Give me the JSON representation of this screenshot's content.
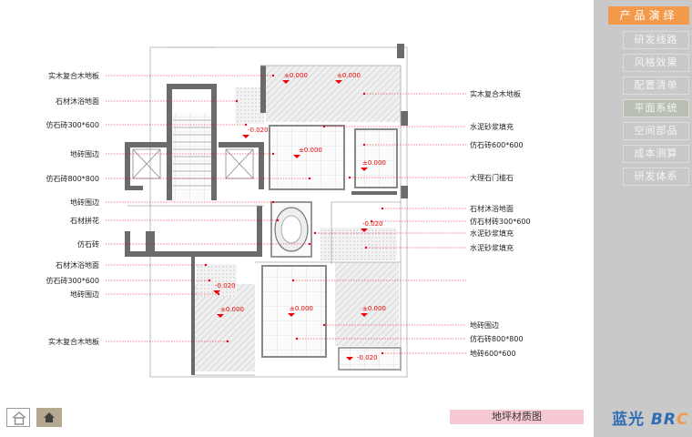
{
  "nav": {
    "header": "产品演绎",
    "items": [
      "研发线路",
      "风格效果",
      "配置清单",
      "平面系统",
      "空间部品",
      "成本测算",
      "研发体系"
    ],
    "active_index": 3
  },
  "brand": {
    "cn": "蓝光",
    "en_a": "BR",
    "en_b": "C"
  },
  "caption": "地坪材质图",
  "left_labels": [
    "实木复合木地板",
    "石材沐浴地面",
    "仿石砖300*600",
    "地砖围边",
    "仿石砖800*800",
    "地砖围边",
    "石材拼花",
    "仿石砖",
    "石材沐浴地面",
    "仿石砖300*600",
    "地砖围边",
    "实木复合木地板"
  ],
  "right_labels": [
    "实木复合木地板",
    "水泥砂浆填充",
    "仿石砖600*600",
    "大理石门槛石",
    "石材沐浴地面",
    "仿石材砖300*600",
    "水泥砂浆填充",
    "水泥砂浆填充",
    "地砖围边",
    "仿石砖800*800",
    "地砖600*600"
  ],
  "levels": [
    "±0.000",
    "±0.000",
    "-0.020",
    "±0.000",
    "±0.000",
    "-0.020",
    "-0.020",
    "±0.000",
    "±0.000",
    "±0.000",
    "-0.020"
  ],
  "colors": {
    "accent": "#f29a4a",
    "sidebar": "#c9c9c9",
    "leader": "#e8001c",
    "wall": "#6b6b6b",
    "caption_bg": "#f6c9d3"
  }
}
